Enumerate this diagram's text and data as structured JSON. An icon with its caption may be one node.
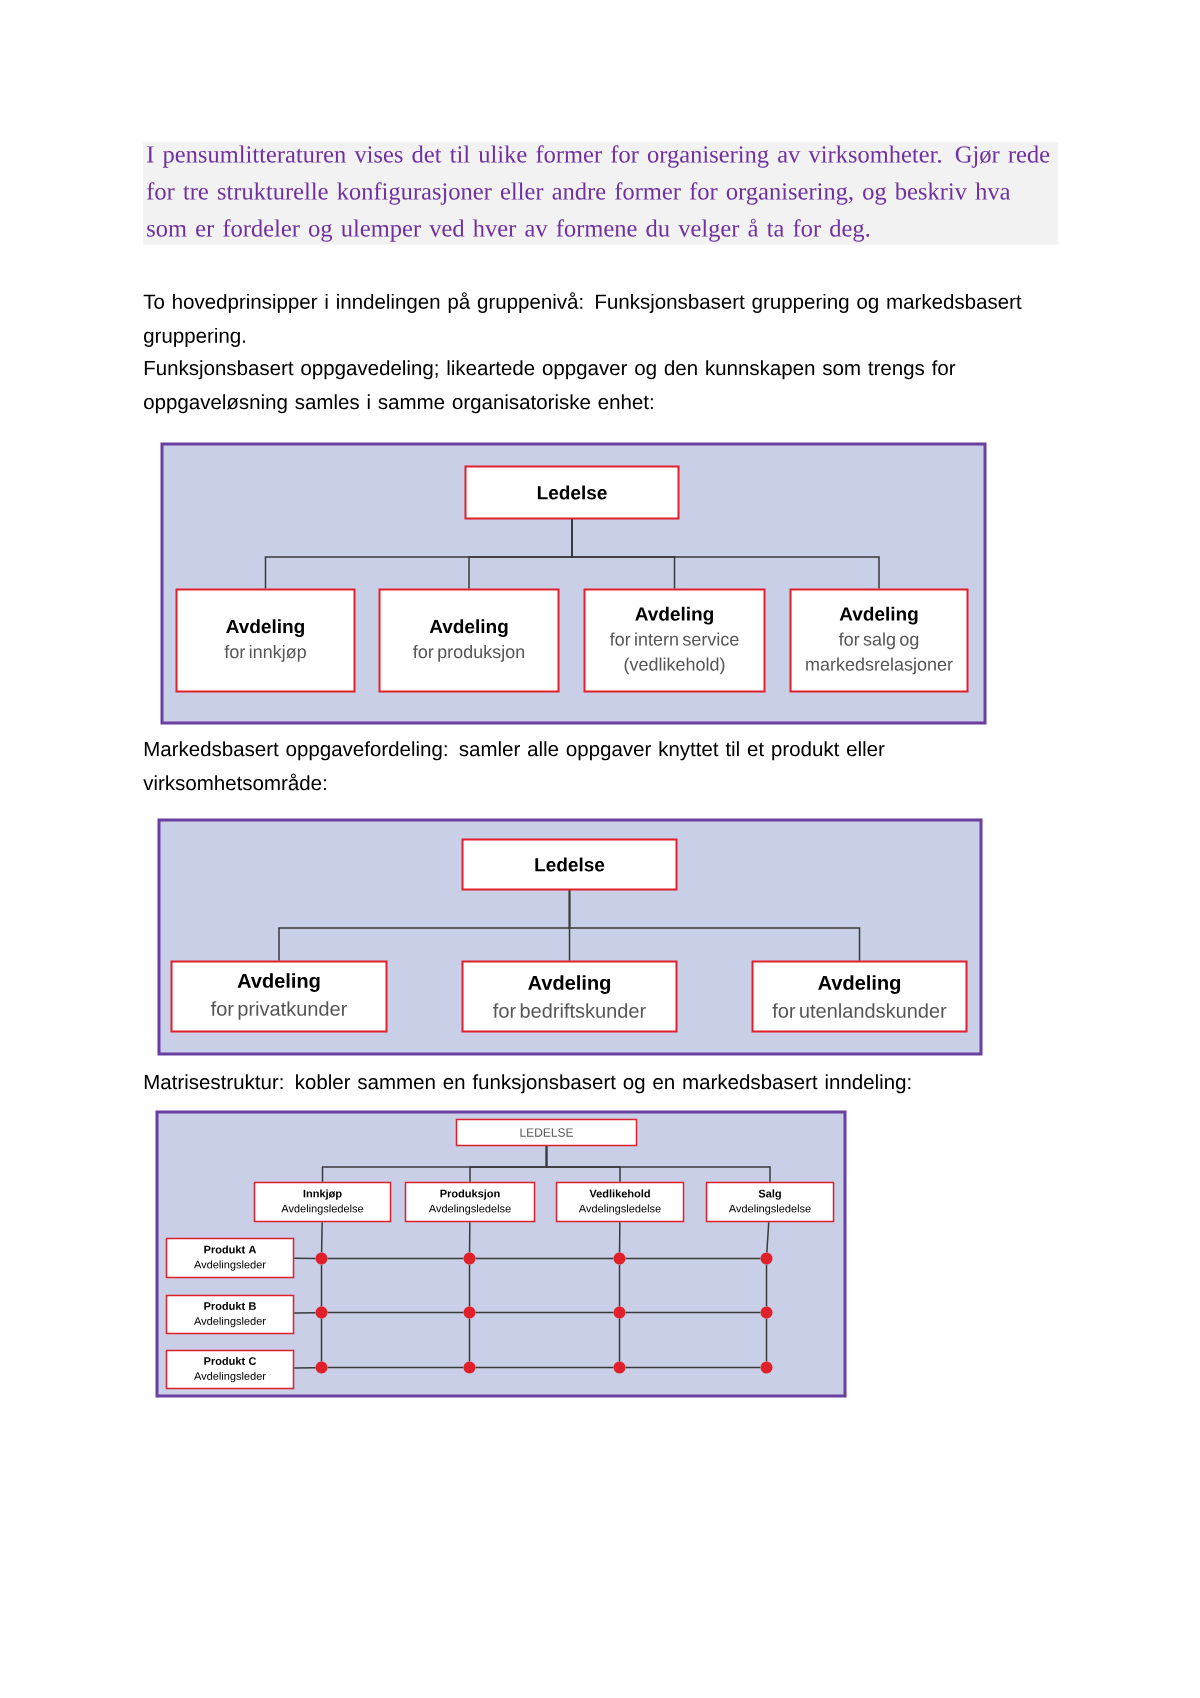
{
  "diagram": {
    "nodes": [
      {
        "text": [],
        "shape": "box"
      },
      {
        "text": [
          "Ledelse"
        ],
        "in": 0
      },
      {
        "text": [
          "Avdeling",
          "for innkjøp"
        ],
        "in": 0
      },
      {
        "text": [
          "Avdeling",
          "for produksjon"
        ],
        "in": 0
      },
      {
        "text": [
          "Avdeling",
          "for intern service (vedlikehold)"
        ],
        "in": 0
      },
      {
        "text": [
          "Avdeling",
          "for salg og markedsrelasjoner"
        ],
        "in": 0
      },
      {
        "text": [],
        "shape": "box"
      },
      {
        "text": [
          "Ledelse"
        ],
        "in": 6
      },
      {
        "text": [
          "Avdeling",
          "for privatkunder"
        ],
        "in": 6
      },
      {
        "text": [
          "Avdeling",
          "for bedriftskunder"
        ],
        "in": 6
      },
      {
        "text": [
          "Avdeling",
          "for utenlandskunder"
        ],
        "in": 6
      },
      {
        "text": [],
        "shape": "box"
      },
      {
        "text": [
          "LEDELSE"
        ],
        "in": 11
      },
      {
        "text": [
          "Innkjøp",
          "Avdelingsledelse"
        ],
        "in": 11
      },
      {
        "text": [
          "Produksjon",
          "Avdelingsledelse"
        ],
        "in": 11
      },
      {
        "text": [
          "Vedlikehold",
          "Avdelingsledelse"
        ],
        "in": 11
      },
      {
        "text": [
          "Salg",
          "Avdelingsledelse"
        ],
        "in": 11
      },
      {
        "text": [
          "Produkt A",
          "Avdelingsleder"
        ],
        "in": 11
      },
      {
        "text": [
          "Produkt B",
          "Avdelingsleder"
        ],
        "in": 11
      },
      {
        "text": [
          "Produkt C",
          "Avdelingsleder"
        ],
        "in": 11
      },
      {
        "text": [],
        "shape": "circle",
        "in": 11
      },
      {
        "text": [],
        "shape": "circle",
        "in": 11
      },
      {
        "text": [],
        "shape": "circle",
        "in": 11
      },
      {
        "text": [],
        "shape": "circle",
        "in": 11
      },
      {
        "text": [],
        "shape": "circle",
        "in": 11
      },
      {
        "text": [],
        "shape": "circle",
        "in": 11
      },
      {
        "text": [],
        "shape": "circle",
        "in": 11
      },
      {
        "text": [],
        "shape": "circle",
        "in": 11
      },
      {
        "text": [],
        "shape": "circle",
        "in": 11
      },
      {
        "text": [],
        "shape": "circle",
        "in": 11
      },
      {
        "text": [],
        "shape": "circle",
        "in": 11
      },
      {
        "text": [],
        "shape": "circle",
        "in": 11
      }
    ],
    "edges": [
      {
        "from": 1,
        "to": 2,
        "arrow": "none"
      },
      {
        "from": 1,
        "to": 3,
        "arrow": "none"
      },
      {
        "from": 1,
        "to": 4,
        "arrow": "none"
      },
      {
        "from": 1,
        "to": 5,
        "arrow": "none"
      },
      {
        "from": 7,
        "to": 8,
        "arrow": "none"
      },
      {
        "from": 7,
        "to": 9,
        "arrow": "none"
      },
      {
        "from": 7,
        "to": 10,
        "arrow": "none"
      },
      {
        "from": 12,
        "to": 13,
        "arrow": "none"
      },
      {
        "from": 12,
        "to": 14,
        "arrow": "none"
      },
      {
        "from": 12,
        "to": 15,
        "arrow": "none"
      },
      {
        "from": 12,
        "to": 16,
        "arrow": "none"
      },
      {
        "from": 13,
        "to": 20,
        "arrow": "none"
      },
      {
        "from": 20,
        "to": 24,
        "arrow": "none"
      },
      {
        "from": 24,
        "to": 28,
        "arrow": "none"
      },
      {
        "from": 14,
        "to": 21,
        "arrow": "none"
      },
      {
        "from": 21,
        "to": 25,
        "arrow": "none"
      },
      {
        "from": 25,
        "to": 29,
        "arrow": "none"
      },
      {
        "from": 15,
        "to": 22,
        "arrow": "none"
      },
      {
        "from": 22,
        "to": 26,
        "arrow": "none"
      },
      {
        "from": 26,
        "to": 30,
        "arrow": "none"
      },
      {
        "from": 16,
        "to": 23,
        "arrow": "none"
      },
      {
        "from": 23,
        "to": 27,
        "arrow": "none"
      },
      {
        "from": 27,
        "to": 31,
        "arrow": "none"
      },
      {
        "from": 17,
        "to": 20,
        "arrow": "none"
      },
      {
        "from": 20,
        "to": 21,
        "arrow": "none"
      },
      {
        "from": 21,
        "to": 22,
        "arrow": "none"
      },
      {
        "from": 22,
        "to": 23,
        "arrow": "none"
      },
      {
        "from": 18,
        "to": 24,
        "arrow": "none"
      },
      {
        "from": 24,
        "to": 25,
        "arrow": "none"
      },
      {
        "from": 25,
        "to": 26,
        "arrow": "none"
      },
      {
        "from": 26,
        "to": 27,
        "arrow": "none"
      },
      {
        "from": 19,
        "to": 28,
        "arrow": "none"
      },
      {
        "from": 28,
        "to": 29,
        "arrow": "none"
      },
      {
        "from": 29,
        "to": 30,
        "arrow": "none"
      },
      {
        "from": 30,
        "to": 31,
        "arrow": "none"
      }
    ],
    "labels": [
      "I pensumlitteraturen vises det til ulike former for organisering av virksomheter. Gjør rede for tre strukturelle konfigurasjoner eller andre former for organisering, og beskriv hva som er fordeler og ulemper ved hver av formene du velger å ta for deg.",
      "To hovedprinsipper i inndelingen på gruppenivå: Funksjonsbasert gruppering og markedsbasert gruppering.",
      "Funksjonsbasert oppgavedeling; likeartede oppgaver og den kunnskapen som trengs for oppgaveløsning samles i samme organisatoriske enhet:",
      "Markedsbasert oppgavefordeling: samler alle oppgaver knyttet til et produkt eller virksomhetsområde:",
      "Matrisestruktur: kobler sammen en funksjonsbasert og en markedsbasert inndeling:"
    ]
  }
}
